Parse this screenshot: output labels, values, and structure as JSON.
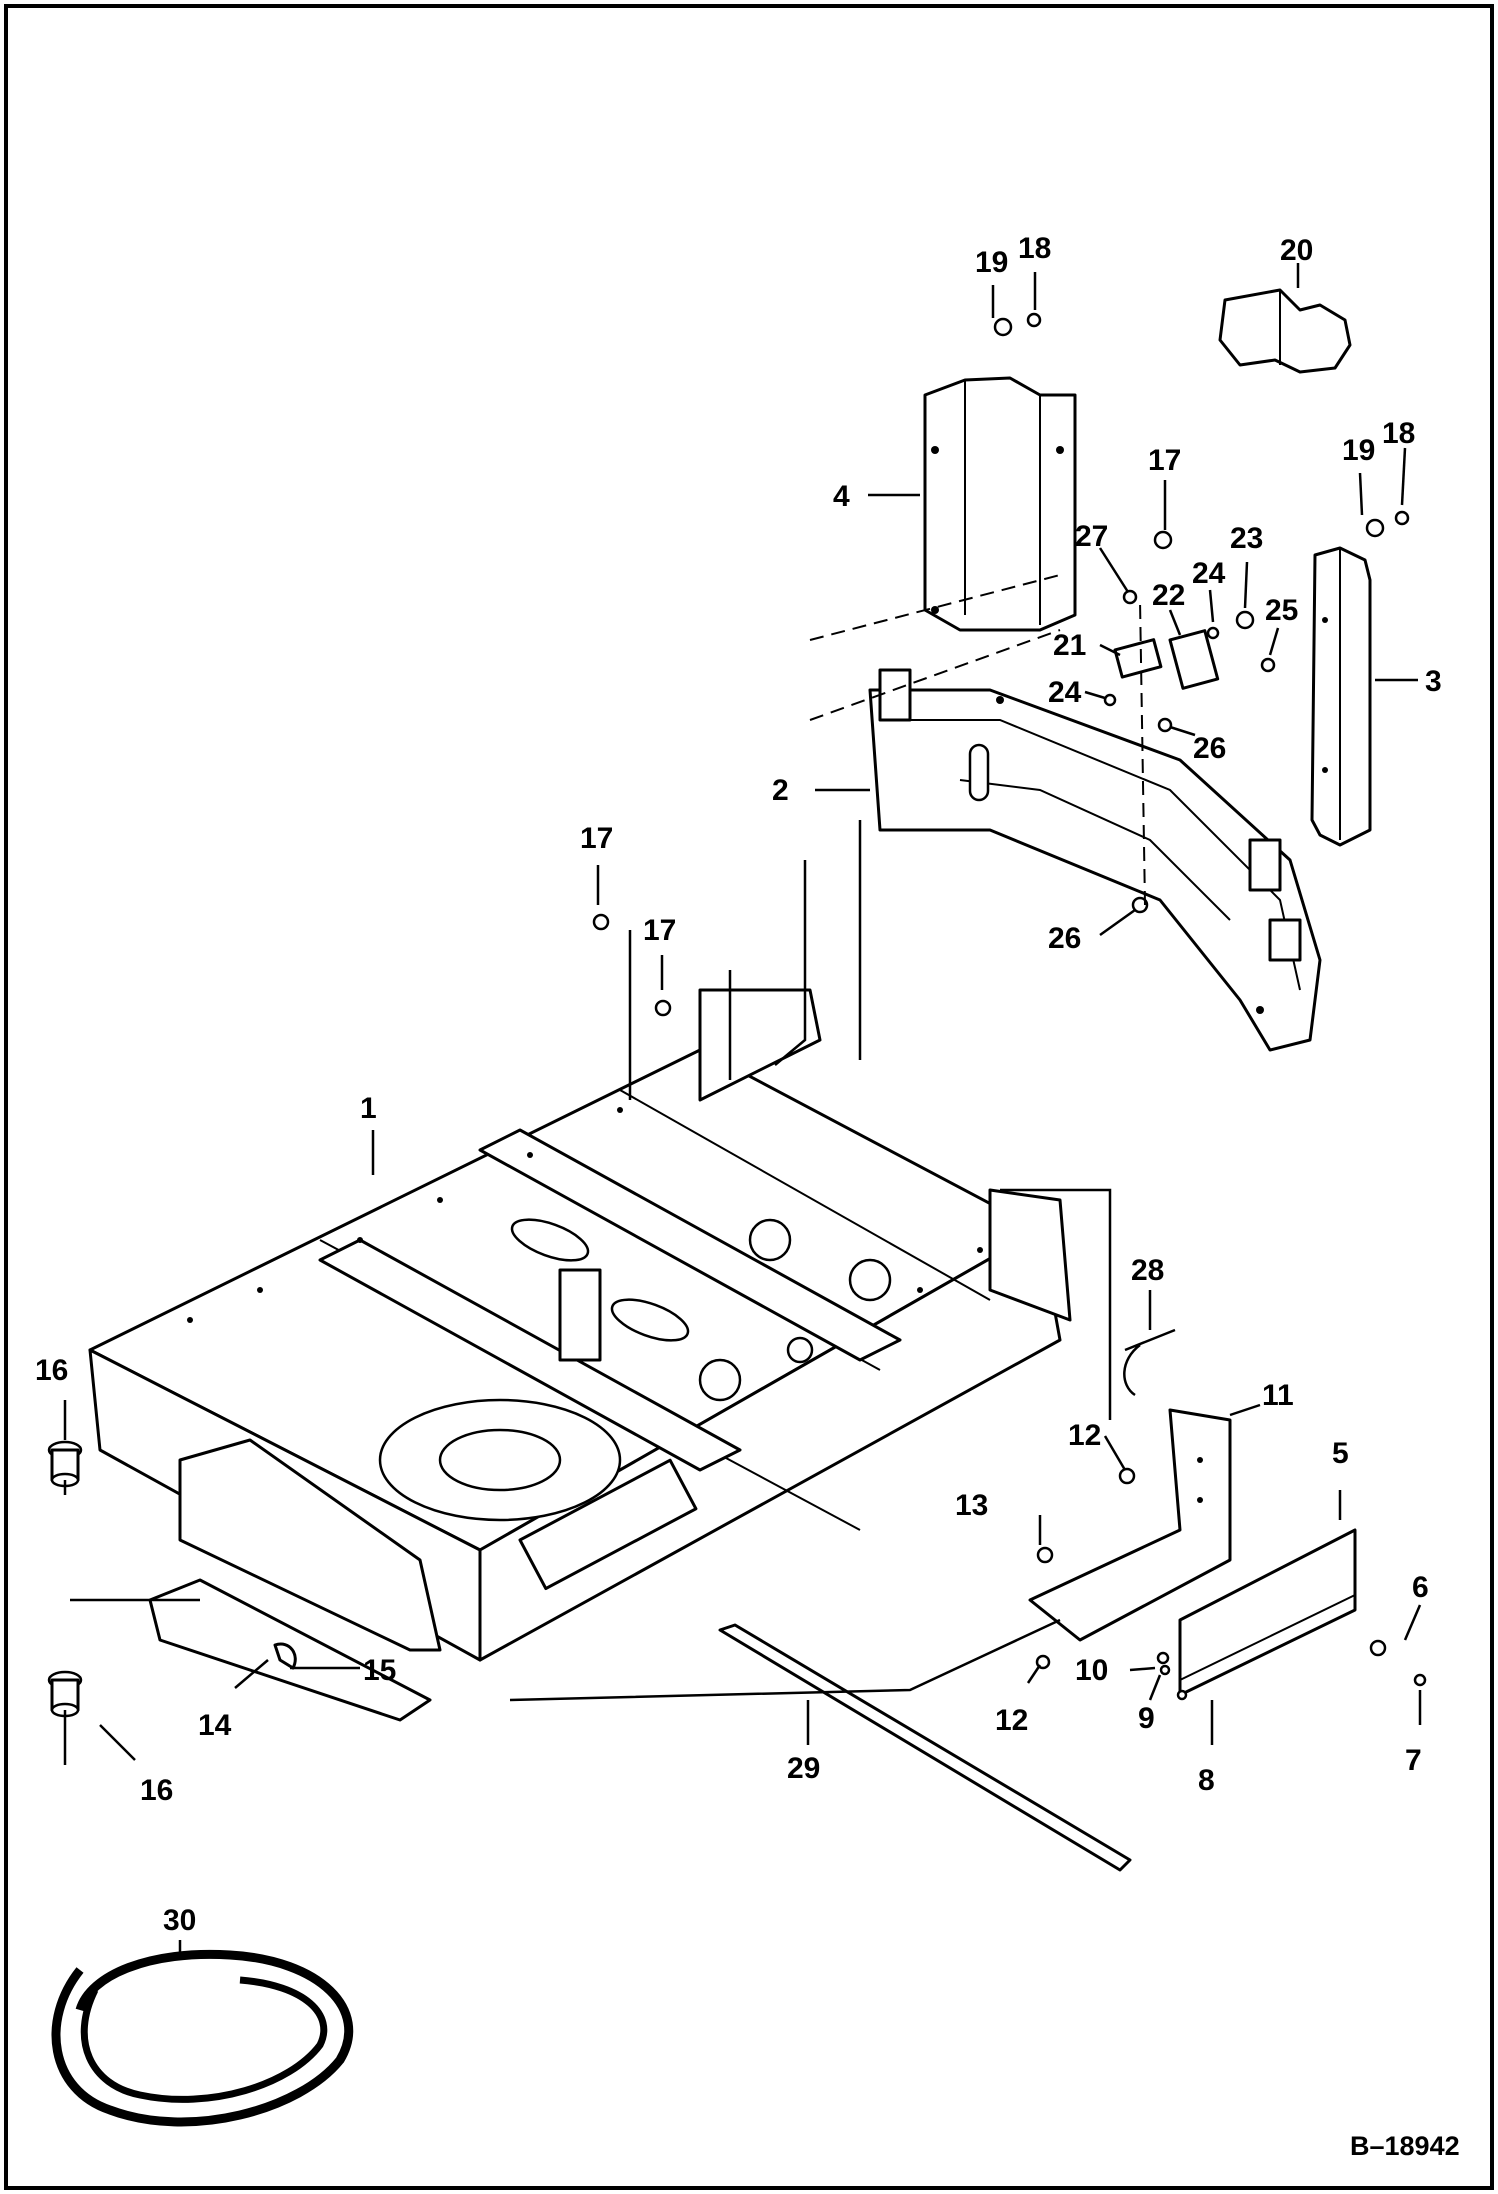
{
  "drawing_number": "B–18942",
  "callouts": [
    "1",
    "2",
    "3",
    "4",
    "5",
    "6",
    "7",
    "8",
    "9",
    "10",
    "11",
    "12",
    "12",
    "13",
    "14",
    "15",
    "16",
    "16",
    "17",
    "17",
    "17",
    "18",
    "18",
    "19",
    "19",
    "20",
    "21",
    "22",
    "23",
    "24",
    "24",
    "25",
    "26",
    "26",
    "27",
    "28",
    "29",
    "30"
  ]
}
